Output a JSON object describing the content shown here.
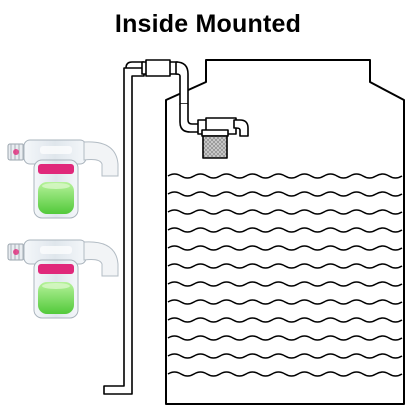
{
  "header": {
    "title": "Inside Mounted"
  },
  "colors": {
    "line": "#000000",
    "valve_body": "#e8eef3",
    "valve_band": "#e0287a",
    "valve_float": "#7ee05a",
    "valve_elbow": "#f2f4f6",
    "filter_mesh": "#bdbdbd"
  },
  "scene": {
    "products": [
      {
        "name": "water-level-valve-top"
      },
      {
        "name": "water-level-valve-bottom"
      }
    ],
    "water_rows": 12
  }
}
